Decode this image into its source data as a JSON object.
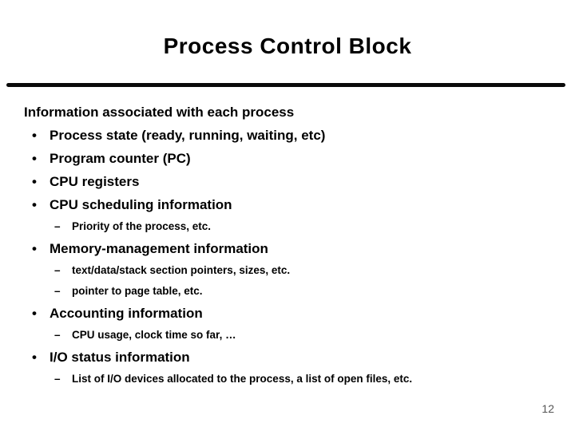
{
  "slide": {
    "title": "Process Control Block",
    "page_number": "12",
    "bullet_char": "•",
    "dash_char": "–",
    "colors": {
      "background": "#ffffff",
      "text": "#000000",
      "rule": "#0a0a0a",
      "page_number": "#555555"
    },
    "content": {
      "items": [
        {
          "level": "intro",
          "text": "Information associated with each process"
        },
        {
          "level": "bullet",
          "text": "Process state (ready, running, waiting, etc)"
        },
        {
          "level": "bullet",
          "text": "Program counter (PC)"
        },
        {
          "level": "bullet",
          "text": "CPU registers"
        },
        {
          "level": "bullet",
          "text": "CPU scheduling information"
        },
        {
          "level": "sub",
          "text": "Priority of the process, etc."
        },
        {
          "level": "bullet",
          "text": "Memory-management information"
        },
        {
          "level": "sub",
          "text": "text/data/stack section pointers, sizes, etc."
        },
        {
          "level": "sub",
          "text": "pointer to page table, etc."
        },
        {
          "level": "bullet",
          "text": "Accounting information"
        },
        {
          "level": "sub",
          "text": "CPU usage, clock time so far, …"
        },
        {
          "level": "bullet",
          "text": "I/O status information"
        },
        {
          "level": "sub",
          "text": "List of I/O devices allocated to the process, a list of open files, etc."
        }
      ]
    }
  }
}
